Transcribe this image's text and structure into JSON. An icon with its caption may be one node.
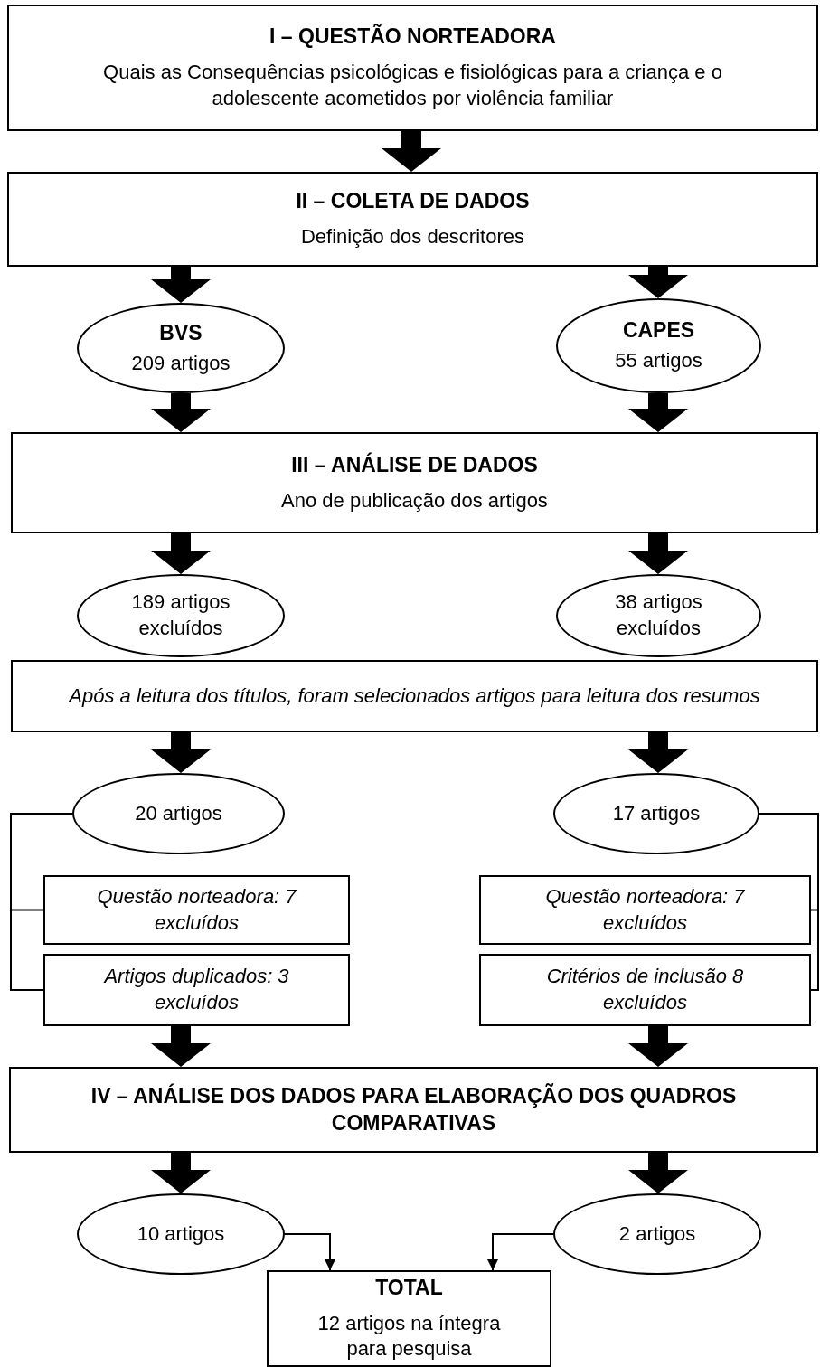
{
  "diagram": {
    "nodes": [
      {
        "text": [
          "I – QUESTÃO NORTEADORA",
          "Quais as Consequências psicológicas e fisiológicas para a criança e o adolescente acometidos por violência familiar"
        ]
      },
      {
        "text": [
          "II – COLETA DE DADOS",
          "Definição dos descritores"
        ]
      },
      {
        "text": [
          "BVS",
          "209 artigos"
        ]
      },
      {
        "text": [
          "CAPES",
          "55 artigos"
        ]
      },
      {
        "text": [
          "III – ANÁLISE DE DADOS",
          "Ano de publicação dos artigos"
        ]
      },
      {
        "text": [
          "189 artigos excluídos"
        ]
      },
      {
        "text": [
          "38 artigos excluídos"
        ]
      },
      {
        "text": [
          "Após a leitura dos títulos, foram selecionados artigos para leitura dos resumos"
        ]
      },
      {
        "text": [
          "20 artigos"
        ]
      },
      {
        "text": [
          "17 artigos"
        ]
      },
      {
        "text": [
          "Questão norteadora: 7 excluídos"
        ]
      },
      {
        "text": [
          "Artigos duplicados: 3 excluídos"
        ]
      },
      {
        "text": [
          "Questão norteadora: 7 excluídos"
        ]
      },
      {
        "text": [
          "Critérios de inclusão 8 excluídos"
        ]
      },
      {
        "text": [
          "IV – ANÁLISE DOS DADOS PARA ELABORAÇÃO DOS QUADROS COMPARATIVAS"
        ]
      },
      {
        "text": [
          "10 artigos"
        ]
      },
      {
        "text": [
          "2 artigos"
        ]
      },
      {
        "text": [
          "TOTAL",
          "12 artigos na íntegra para pesquisa"
        ]
      }
    ],
    "edges": [
      {
        "from": 0,
        "to": 1,
        "arrow": "to",
        "style": "thick"
      },
      {
        "from": 1,
        "to": 2,
        "arrow": "to",
        "style": "thick"
      },
      {
        "from": 1,
        "to": 3,
        "arrow": "to",
        "style": "thick"
      },
      {
        "from": 2,
        "to": 4,
        "arrow": "to",
        "style": "thick"
      },
      {
        "from": 3,
        "to": 4,
        "arrow": "to",
        "style": "thick"
      },
      {
        "from": 4,
        "to": 5,
        "arrow": "to",
        "style": "thick"
      },
      {
        "from": 4,
        "to": 6,
        "arrow": "to",
        "style": "thick"
      },
      {
        "from": 7,
        "to": 8,
        "arrow": "to",
        "style": "thick"
      },
      {
        "from": 7,
        "to": 9,
        "arrow": "to",
        "style": "thick"
      },
      {
        "from": 8,
        "to": 10,
        "arrow": "none"
      },
      {
        "from": 8,
        "to": 11,
        "arrow": "none"
      },
      {
        "from": 9,
        "to": 12,
        "arrow": "none"
      },
      {
        "from": 9,
        "to": 13,
        "arrow": "none"
      },
      {
        "from": 11,
        "to": 14,
        "arrow": "to",
        "style": "thick"
      },
      {
        "from": 13,
        "to": 14,
        "arrow": "to",
        "style": "thick"
      },
      {
        "from": 14,
        "to": 15,
        "arrow": "to",
        "style": "thick"
      },
      {
        "from": 14,
        "to": 16,
        "arrow": "to",
        "style": "thick"
      },
      {
        "from": 15,
        "to": 17,
        "arrow": "to"
      },
      {
        "from": 16,
        "to": 17,
        "arrow": "to"
      }
    ]
  }
}
